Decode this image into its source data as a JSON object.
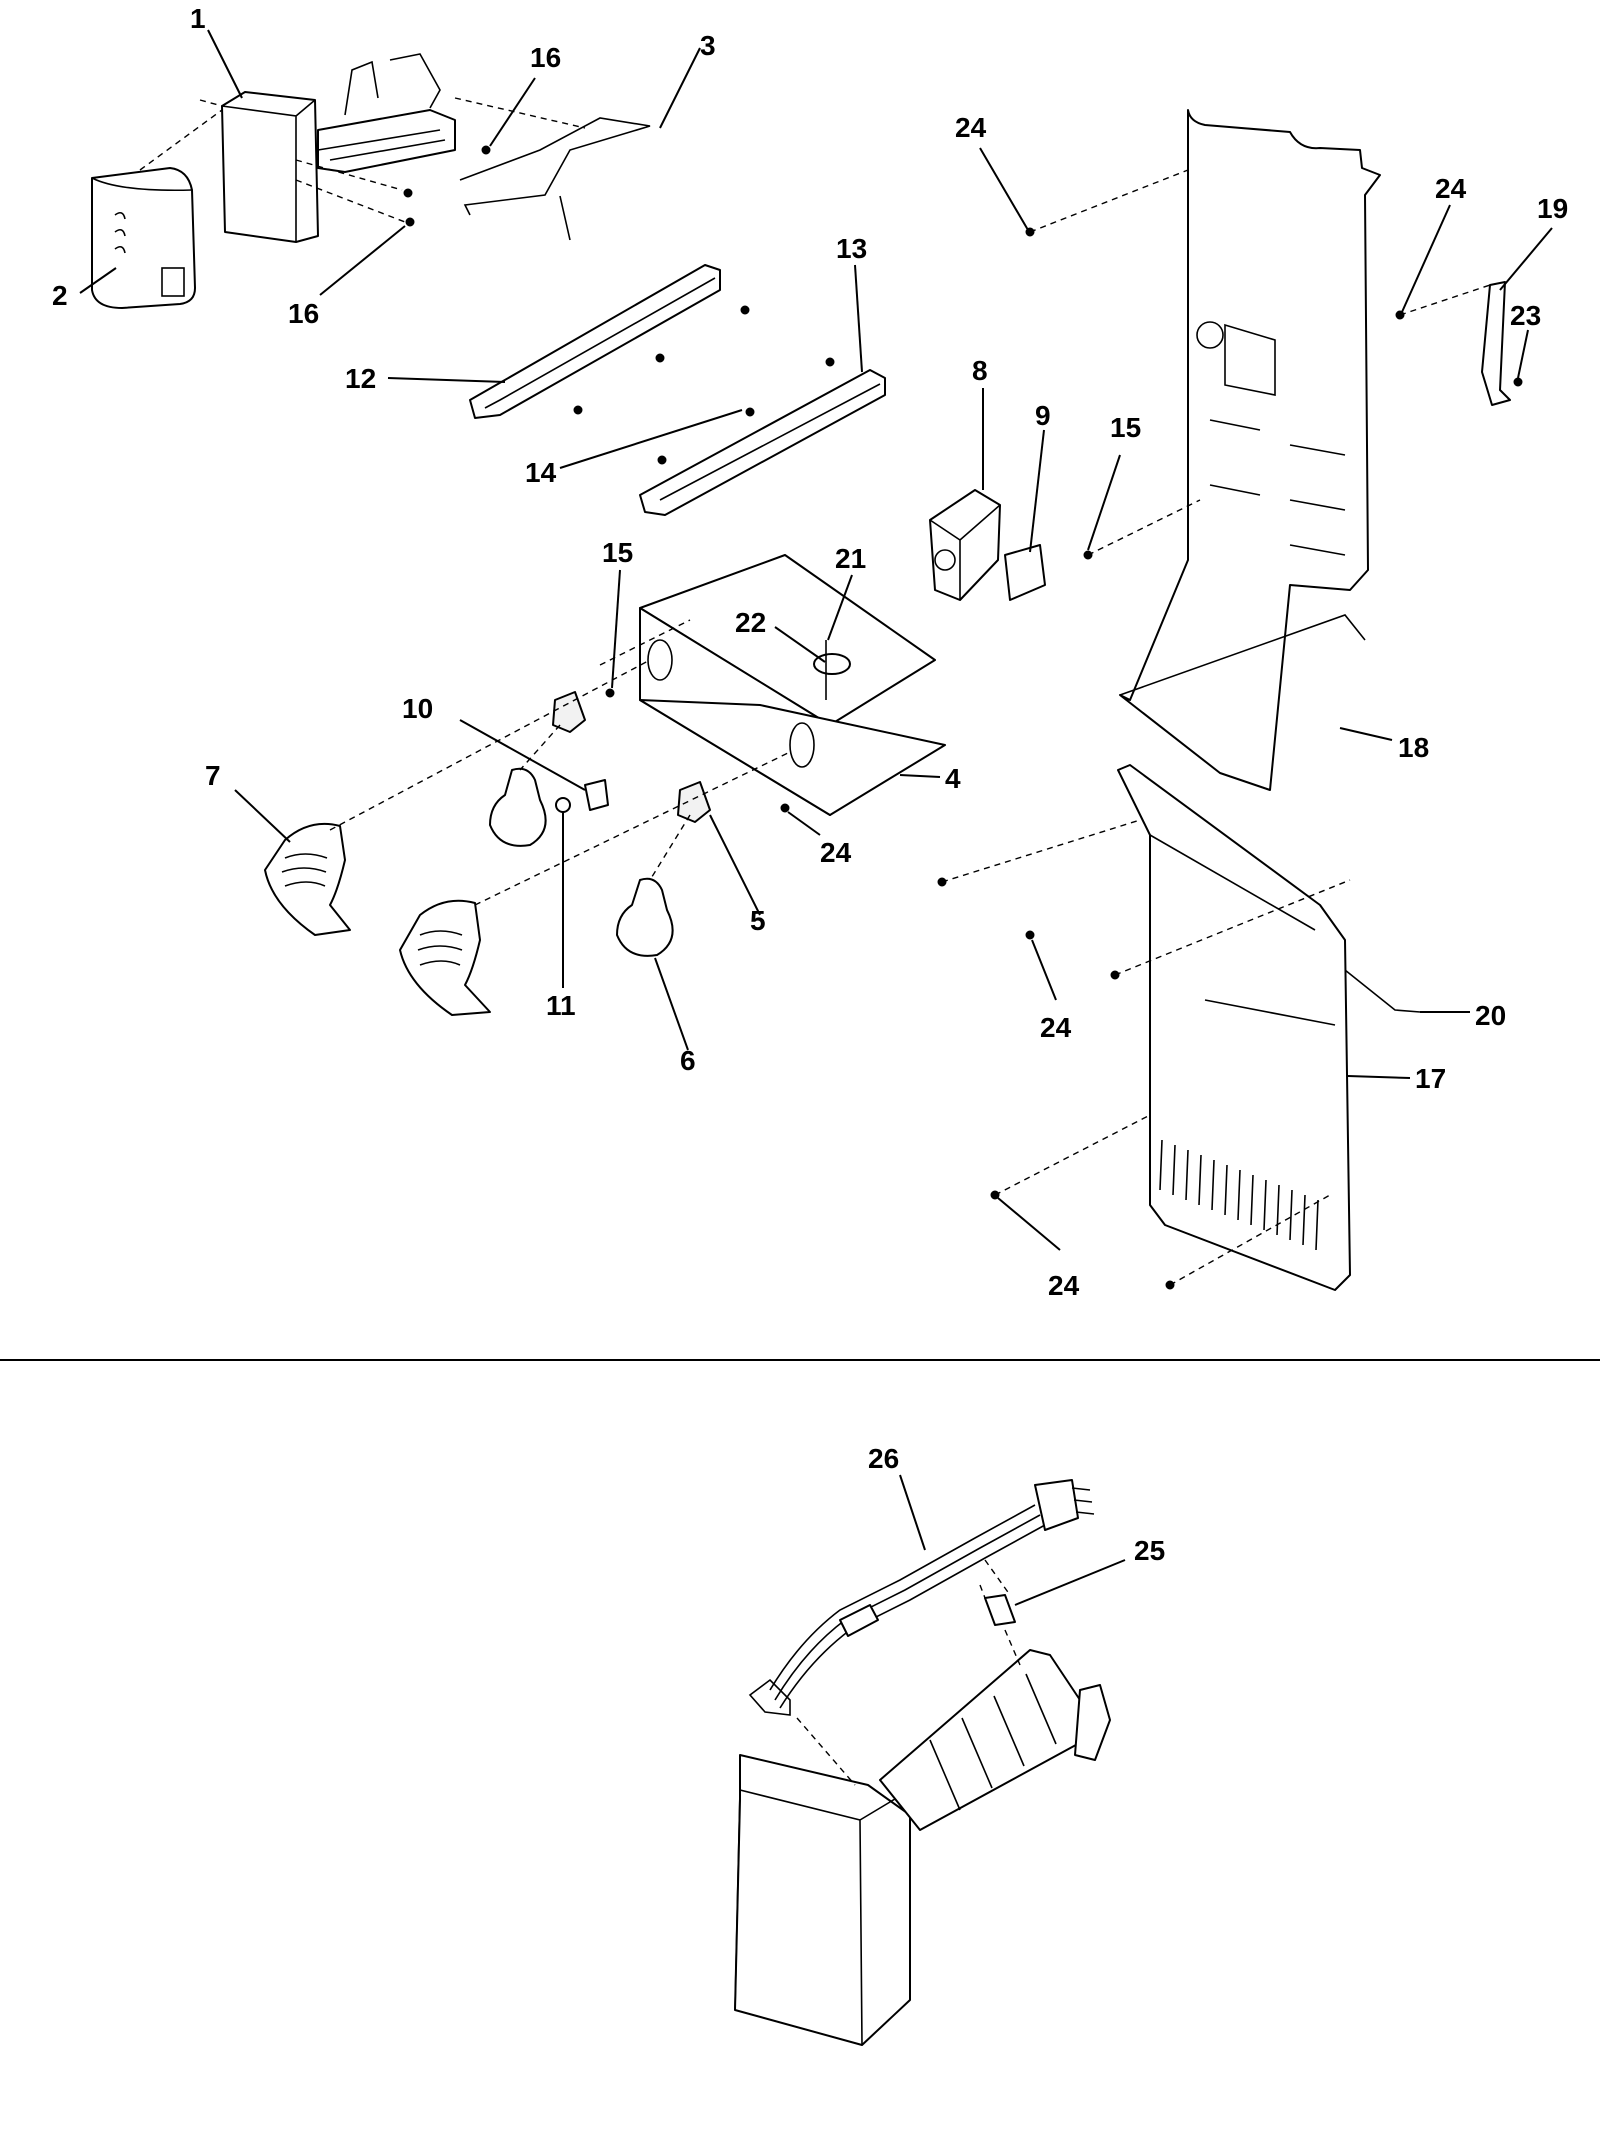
{
  "callouts": [
    {
      "id": "c1",
      "text": "1"
    },
    {
      "id": "c2",
      "text": "2"
    },
    {
      "id": "c3",
      "text": "3"
    },
    {
      "id": "c4",
      "text": "4"
    },
    {
      "id": "c5",
      "text": "5"
    },
    {
      "id": "c6",
      "text": "6"
    },
    {
      "id": "c7",
      "text": "7"
    },
    {
      "id": "c8",
      "text": "8"
    },
    {
      "id": "c9",
      "text": "9"
    },
    {
      "id": "c10",
      "text": "10"
    },
    {
      "id": "c11",
      "text": "11"
    },
    {
      "id": "c12",
      "text": "12"
    },
    {
      "id": "c13",
      "text": "13"
    },
    {
      "id": "c14",
      "text": "14"
    },
    {
      "id": "c15a",
      "text": "15"
    },
    {
      "id": "c15b",
      "text": "15"
    },
    {
      "id": "c16a",
      "text": "16"
    },
    {
      "id": "c16b",
      "text": "16"
    },
    {
      "id": "c17",
      "text": "17"
    },
    {
      "id": "c18",
      "text": "18"
    },
    {
      "id": "c19",
      "text": "19"
    },
    {
      "id": "c20",
      "text": "20"
    },
    {
      "id": "c21",
      "text": "21"
    },
    {
      "id": "c22",
      "text": "22"
    },
    {
      "id": "c23",
      "text": "23"
    },
    {
      "id": "c24a",
      "text": "24"
    },
    {
      "id": "c24b",
      "text": "24"
    },
    {
      "id": "c24c",
      "text": "24"
    },
    {
      "id": "c24d",
      "text": "24"
    },
    {
      "id": "c24e",
      "text": "24"
    },
    {
      "id": "c25",
      "text": "25"
    },
    {
      "id": "c26",
      "text": "26"
    }
  ]
}
